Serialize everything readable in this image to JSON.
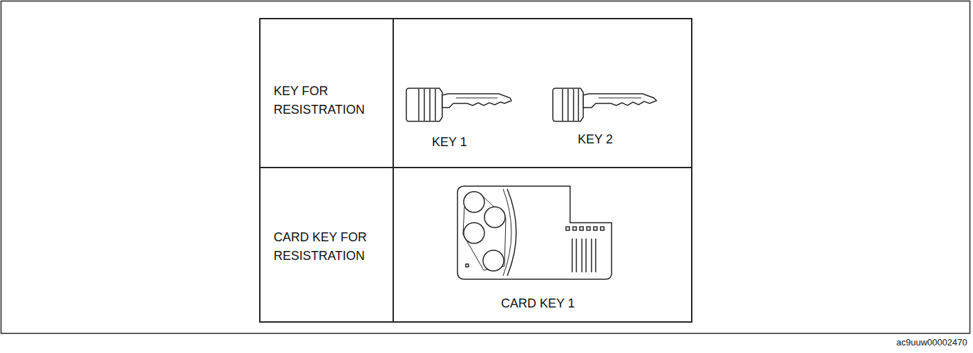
{
  "diagram": {
    "labels": [
      "KEY FOR RESISTRATION",
      "KEY 1",
      "KEY 2",
      "CARD KEY FOR RESISTRATION",
      "CARD KEY 1",
      "ac9uuw00002470"
    ]
  }
}
